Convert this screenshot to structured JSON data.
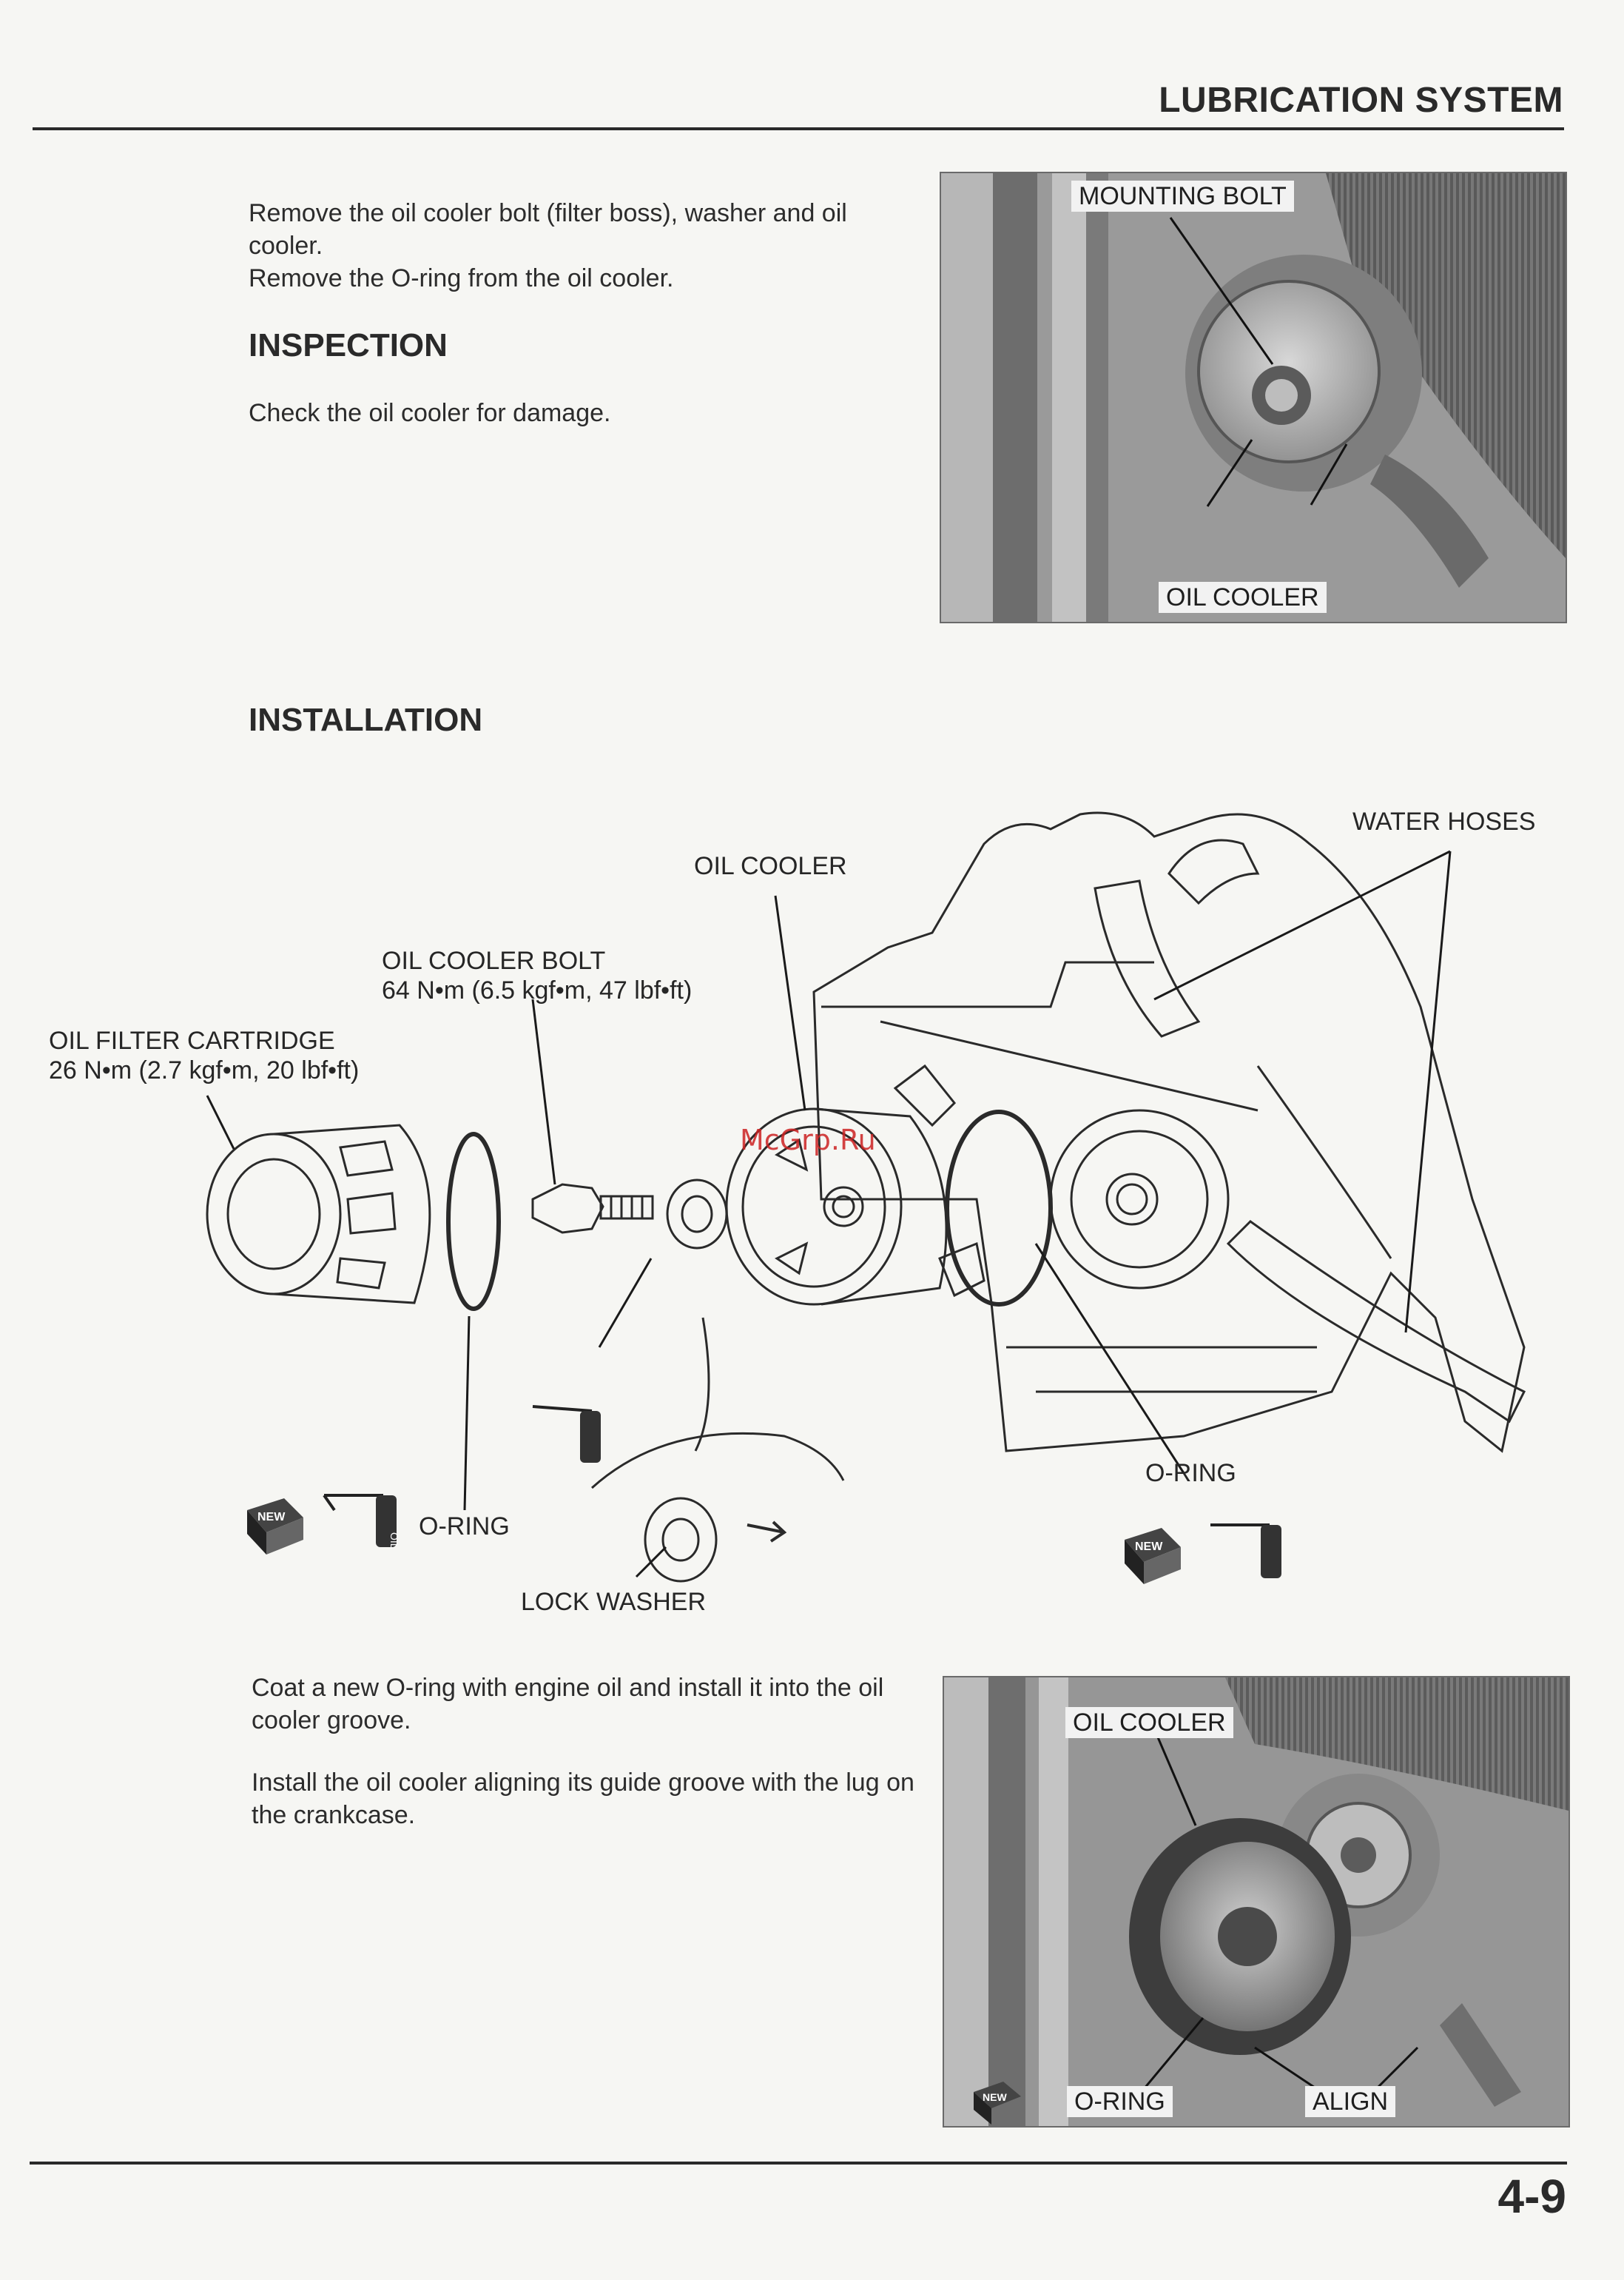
{
  "header": {
    "section_title": "LUBRICATION SYSTEM"
  },
  "removal": {
    "lines": [
      "Remove the oil cooler bolt (filter boss), washer and oil cooler.",
      "Remove the O-ring from the oil cooler."
    ]
  },
  "inspection": {
    "heading": "INSPECTION",
    "text": "Check the oil cooler for damage."
  },
  "photo_top": {
    "callouts": [
      "MOUNTING BOLT",
      "OIL COOLER"
    ]
  },
  "installation": {
    "heading": "INSTALLATION"
  },
  "diagram": {
    "labels": {
      "water_hoses": "WATER HOSES",
      "oil_cooler": "OIL COOLER",
      "oil_cooler_bolt": "OIL COOLER BOLT",
      "oil_cooler_bolt_torque": "64 N•m (6.5 kgf•m, 47 lbf•ft)",
      "oil_filter_cartridge": "OIL FILTER CARTRIDGE",
      "oil_filter_torque": "26 N•m (2.7 kgf•m, 20 lbf•ft)",
      "o_ring_left": "O-RING",
      "o_ring_right": "O-RING",
      "lock_washer": "LOCK WASHER",
      "new_badge": "NEW",
      "oil_badge": "OIL"
    },
    "watermark": "McGrp.Ru"
  },
  "install_text": {
    "p1": "Coat a new O-ring with engine oil and install it into the oil cooler groove.",
    "p2": "Install the oil cooler aligning its guide groove with the lug on the crankcase."
  },
  "photo_bottom": {
    "callouts": [
      "OIL COOLER",
      "O-RING",
      "ALIGN"
    ],
    "new_badge": "NEW"
  },
  "footer": {
    "page_number": "4-9"
  }
}
